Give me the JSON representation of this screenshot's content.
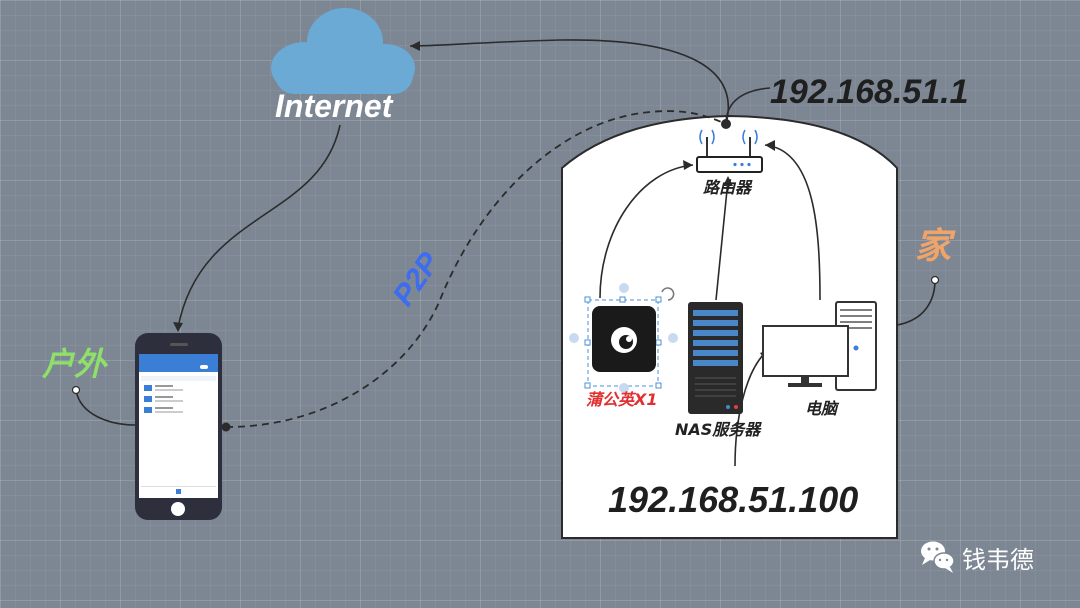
{
  "labels": {
    "internet": "Internet",
    "router_ip": "192.168.51.1",
    "router": "路由器",
    "home": "家",
    "outdoor": "户外",
    "p2p": "P2P",
    "pgy": "蒲公英X1",
    "nas": "NAS服务器",
    "pc": "电脑",
    "nas_ip": "192.168.51.100",
    "watermark": "钱韦德"
  },
  "colors": {
    "background": "#7d8794",
    "cloud": "#6aaad4",
    "home_fill": "#ffffff",
    "line": "#2b2b2b",
    "home_label": "#f0a468",
    "outdoor_label": "#8ee06a",
    "p2p_label": "#3d6cf0",
    "pgy_label": "#e03030",
    "ip_text": "#1f1f1f"
  },
  "icons": [
    "cloud-icon",
    "router-icon",
    "pgy-device-icon",
    "nas-server-icon",
    "monitor-icon",
    "pc-tower-icon",
    "phone-icon",
    "wechat-icon"
  ]
}
